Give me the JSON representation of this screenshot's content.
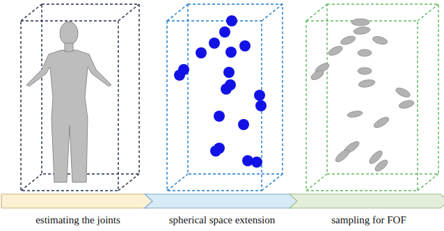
{
  "diagram": {
    "nodes": [
      {
        "text": [
          "estimating the joints"
        ]
      },
      {
        "text": [
          "spherical space extension"
        ]
      },
      {
        "text": [
          "sampling for FOF"
        ]
      }
    ]
  }
}
